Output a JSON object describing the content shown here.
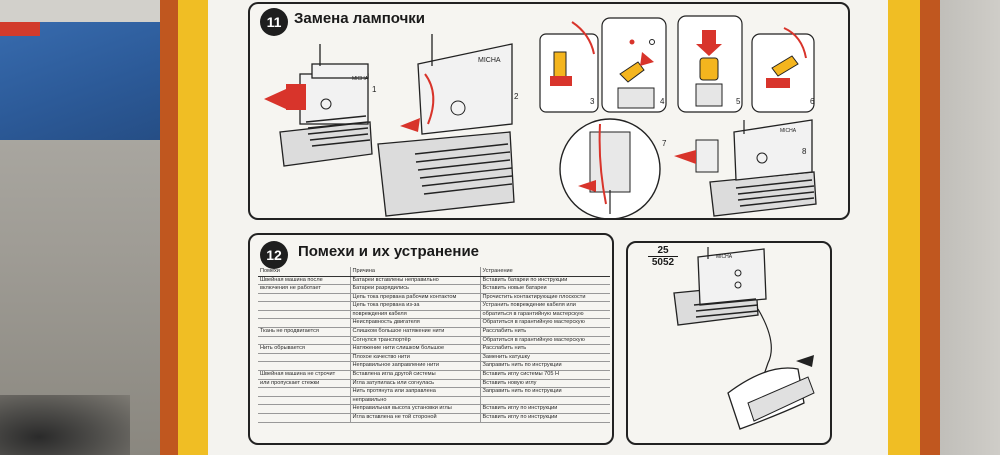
{
  "blue_box": {
    "tag_text": ""
  },
  "section11": {
    "number": "11",
    "title": "Замена лампочки",
    "brand": "MICHA",
    "figures": [
      "1",
      "2",
      "3",
      "4",
      "5",
      "6",
      "7",
      "8"
    ]
  },
  "section12": {
    "number": "12",
    "title": "Помехи и их устранение",
    "columns": [
      "Помехи",
      "Причина",
      "Устранение"
    ],
    "rows": [
      [
        "Швейная машина после",
        "Батареи вставлены неправильно",
        "Вставить батареи по инструкции"
      ],
      [
        "включения не работает",
        "Батареи разрядились",
        "Вставить новые батареи"
      ],
      [
        "",
        "Цепь тока прервана рабочим контактом",
        "Прочистить контактирующие плоскости"
      ],
      [
        "",
        "Цепь тока прервана из-за",
        "Устранить повреждение кабеля или"
      ],
      [
        "",
        "повреждения кабеля",
        "обратиться в гарантийную мастерскую"
      ],
      [
        "",
        "Неисправность двигателя",
        "Обратиться в гарантийную мастерскую"
      ],
      [
        "Ткань не продвигается",
        "Слишком большое натяжение нити",
        "Расслабить нить"
      ],
      [
        "",
        "Согнулся транспортёр",
        "Обратиться в гарантийную мастерскую"
      ],
      [
        "Нить обрывается",
        "Натяжение нити слишком большое",
        "Расслабить нить"
      ],
      [
        "",
        "Плохое качество нити",
        "Заменить катушку"
      ],
      [
        "",
        "Неправильное заправление нити",
        "Заправить нить по инструкции"
      ],
      [
        "Швейная машина не строчит",
        "Вставлена игла другой системы",
        "Вставить иглу системы 705 Н"
      ],
      [
        "или пропускает стежки",
        "Игла затупилась или согнулась",
        "Вставить новую иглу"
      ],
      [
        "",
        "Нить протянута или заправлена",
        "Заправить нить по инструкции"
      ],
      [
        "",
        "неправильно",
        ""
      ],
      [
        "",
        "Неправильная высота установки иглы",
        "Вставить иглу по инструкции"
      ],
      [
        "",
        "Игла вставлена не той стороной",
        "Вставить иглу по инструкции"
      ]
    ]
  },
  "model": {
    "number_top": "25",
    "number_bottom": "5052",
    "brand": "MICHA"
  },
  "colors": {
    "poster_orange": "#c0571f",
    "poster_yellow": "#f0be24",
    "accent_red": "#d8342b",
    "box_blue": "#2c5a98"
  }
}
